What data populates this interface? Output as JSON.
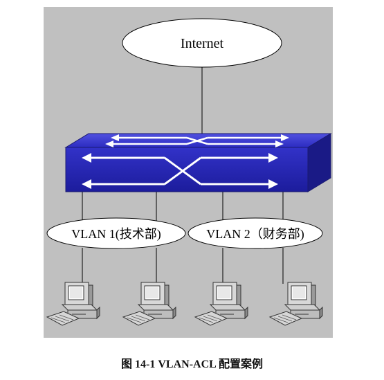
{
  "figure": {
    "caption": "图 14-1 VLAN-ACL 配置案例"
  },
  "nodes": {
    "internet_label": "Internet",
    "vlan1_label": "VLAN 1(技术部)",
    "vlan2_label": "VLAN 2（财务部)"
  },
  "icons": {
    "switch": "layer3-switch-icon",
    "pc": "desktop-computer-icon"
  },
  "colors": {
    "background": "#c0c0c0",
    "switch_front": "#2a2ab8",
    "switch_top": "#3a3ad6",
    "switch_side": "#1a1a8a",
    "line": "#000000"
  }
}
